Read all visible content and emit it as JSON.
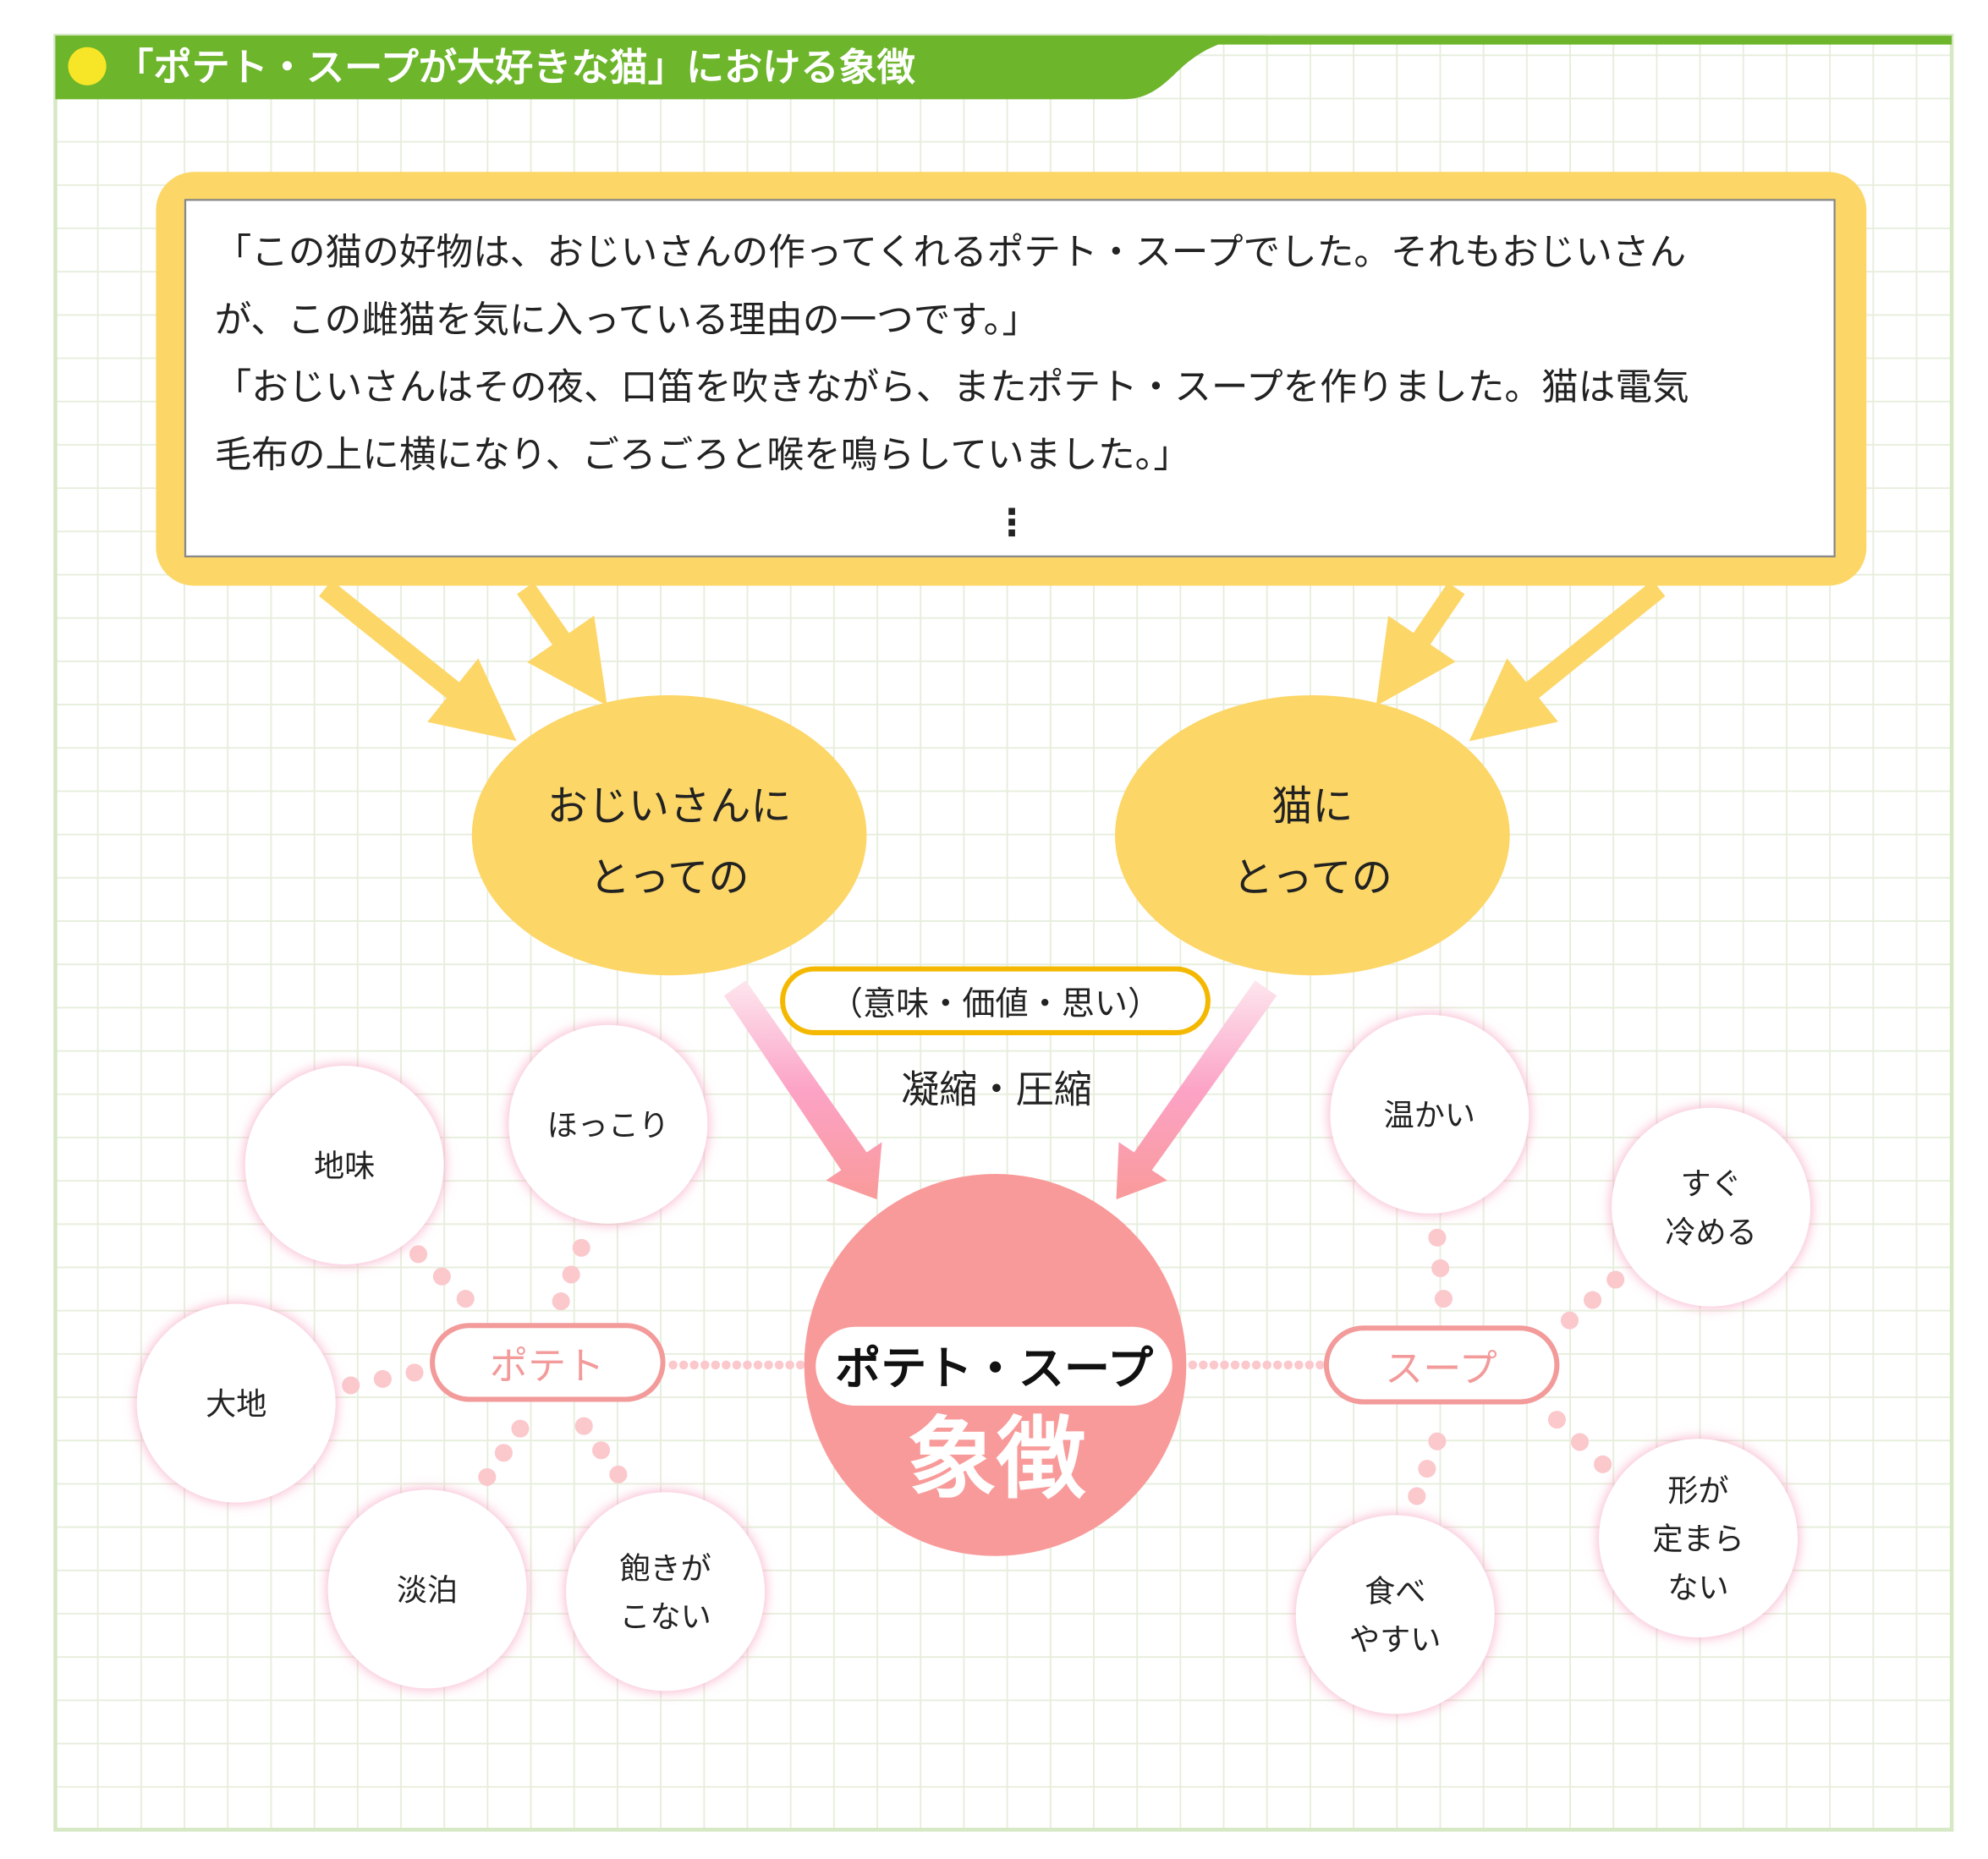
{
  "header": {
    "title": "「ポテト・スープが大好きな猫」における象徴"
  },
  "quote": {
    "lines": [
      "「この猫の好物は、おじいさんの作ってくれるポテト・スープでした。それもおじいさん",
      "が、この雌猫を気に入っている理由の一つです。」",
      "「おじいさんはその夜、口笛を吹きながら、またポテト・スープを作りました。猫は電気",
      "毛布の上に横になり、ごろごろと喉を鳴らしていました。」"
    ],
    "ellipsis": "⋮"
  },
  "perspectives": {
    "left": {
      "line1": "おじいさんに",
      "line2": "とっての"
    },
    "right": {
      "line1": "猫に",
      "line2": "とっての"
    }
  },
  "meaning_label": "（意味・価値・思い）",
  "condense_label": "凝縮・圧縮",
  "center": {
    "label": "ポテト・スープ",
    "symbol": "象徴"
  },
  "potato": {
    "label": "ポテト",
    "items": [
      [
        "地味"
      ],
      [
        "ほっこり"
      ],
      [
        "大地"
      ],
      [
        "淡泊"
      ],
      [
        "飽きが",
        "こない"
      ]
    ]
  },
  "soup": {
    "label": "スープ",
    "items": [
      [
        "温かい"
      ],
      [
        "すぐ",
        "冷める"
      ],
      [
        "食べ",
        "やすい"
      ],
      [
        "形が",
        "定まら",
        "ない"
      ]
    ]
  },
  "colors": {
    "green": "#6db52b",
    "yellow": "#fcd666",
    "pink": "#f99a9a",
    "orange": "#f5b800"
  }
}
